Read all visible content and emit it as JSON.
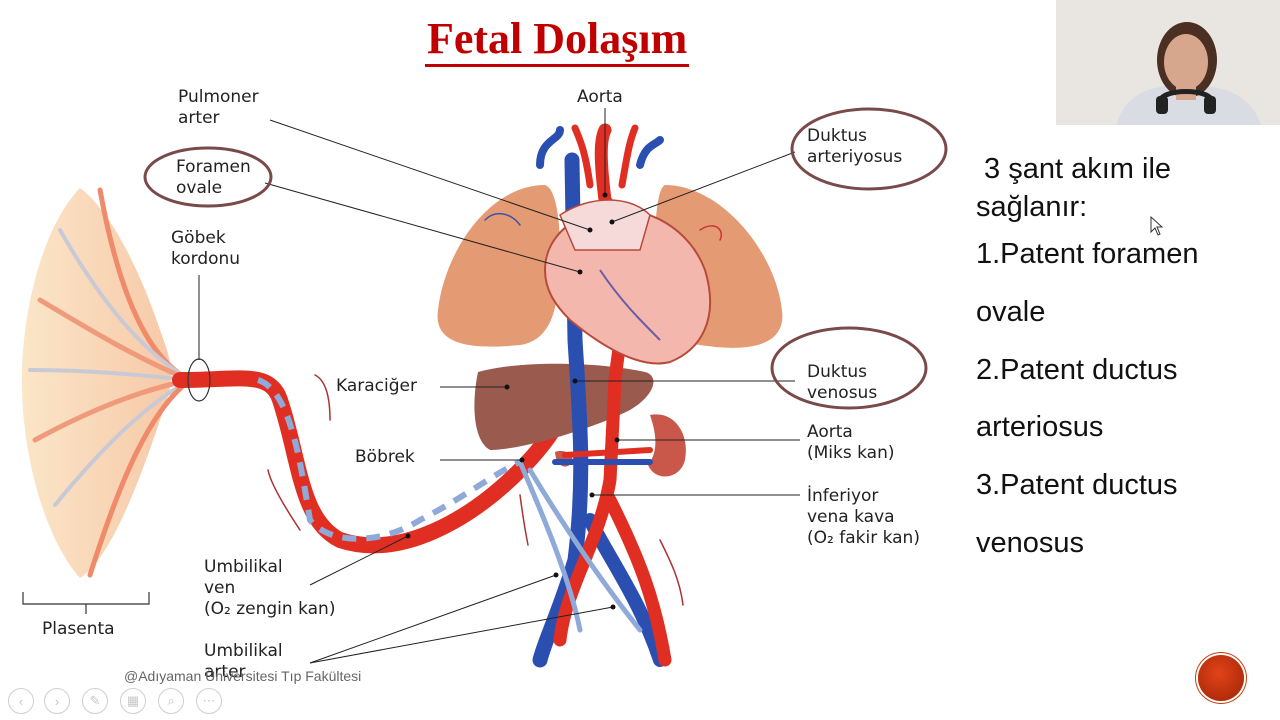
{
  "title": "Fetal Dolaşım",
  "labels": {
    "pulmoner_arter": "Pulmoner\narter",
    "foramen_ovale": "Foramen\novale",
    "gobek_kordonu": "Göbek\nkordonu",
    "aorta_top": "Aorta",
    "duktus_arteriyosus": "Duktus\narteriyosus",
    "karaciger": "Karaciğer",
    "duktus_venosus": "Duktus\nvenosus",
    "aorta_miks": "Aorta\n(Miks kan)",
    "bobrek": "Böbrek",
    "inferiyor_vena_kava": "İnferiyor\nvena kava\n(O₂ fakir kan)",
    "umbilikal_ven": "Umbilikal\nven\n(O₂ zengin kan)",
    "umbilikal_arter": "Umbilikal\narter",
    "plasenta": "Plasenta"
  },
  "right_text": {
    "intro": " 3 şant akım ile\nsağlanır:",
    "item1a": "1.Patent foramen",
    "item1b": "ovale",
    "item2a": "2.Patent ductus",
    "item2b": "arteriosus",
    "item3a": "3.Patent ductus",
    "item3b": "venosus"
  },
  "watermark": "@Adıyaman Üniversitesi Tıp Fakültesi",
  "nav_icons": [
    "prev-icon",
    "next-icon",
    "pen-icon",
    "slides-icon",
    "zoom-icon",
    "more-icon"
  ],
  "colors": {
    "title": "#c00000",
    "artery": "#e53a2b",
    "vein": "#2a4fb0",
    "lung": "#e49a72",
    "liver": "#9a5a4e"
  }
}
